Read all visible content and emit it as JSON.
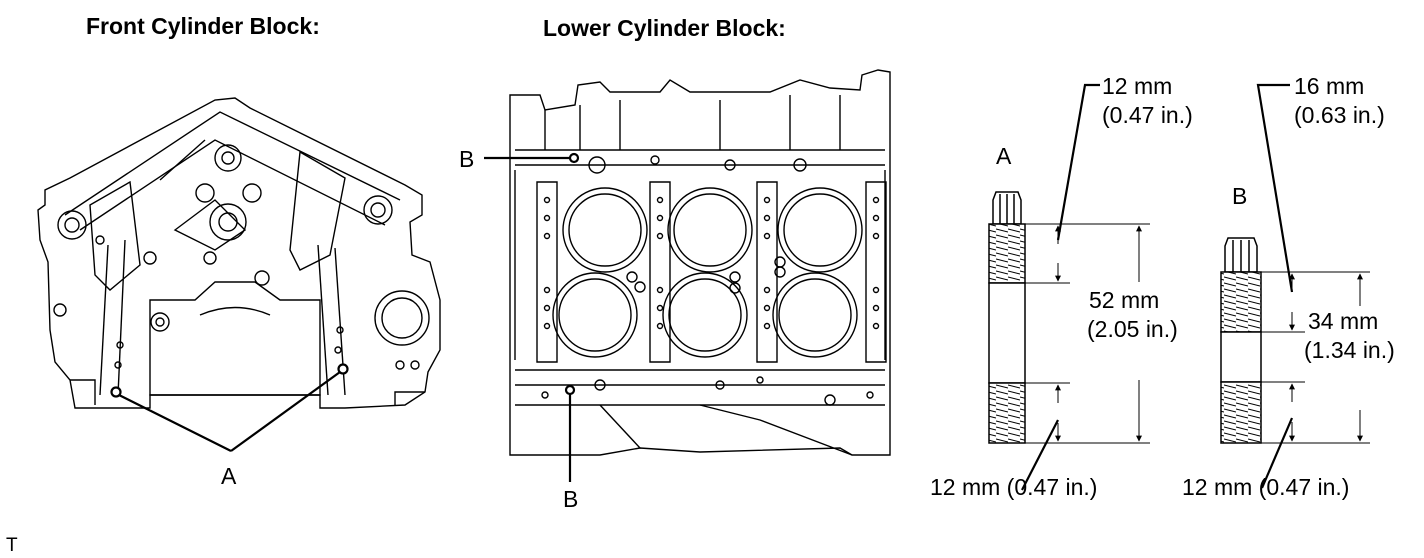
{
  "headings": {
    "front": "Front Cylinder Block:",
    "lower": "Lower Cylinder Block:"
  },
  "callouts": {
    "front_pointer": "A",
    "lower_pointer": "B",
    "stud_a": "A",
    "stud_b": "B"
  },
  "stud_a": {
    "top_thread_line1": "12 mm",
    "top_thread_line2": "(0.47 in.)",
    "length_line1": "52 mm",
    "length_line2": "(2.05 in.)",
    "bottom_thread": "12 mm (0.47 in.)"
  },
  "stud_b": {
    "top_thread_line1": "16 mm",
    "top_thread_line2": "(0.63 in.)",
    "length_line1": "34 mm",
    "length_line2": "(1.34 in.)",
    "bottom_thread": "12 mm (0.47 in.)"
  },
  "corner_mark": "T"
}
